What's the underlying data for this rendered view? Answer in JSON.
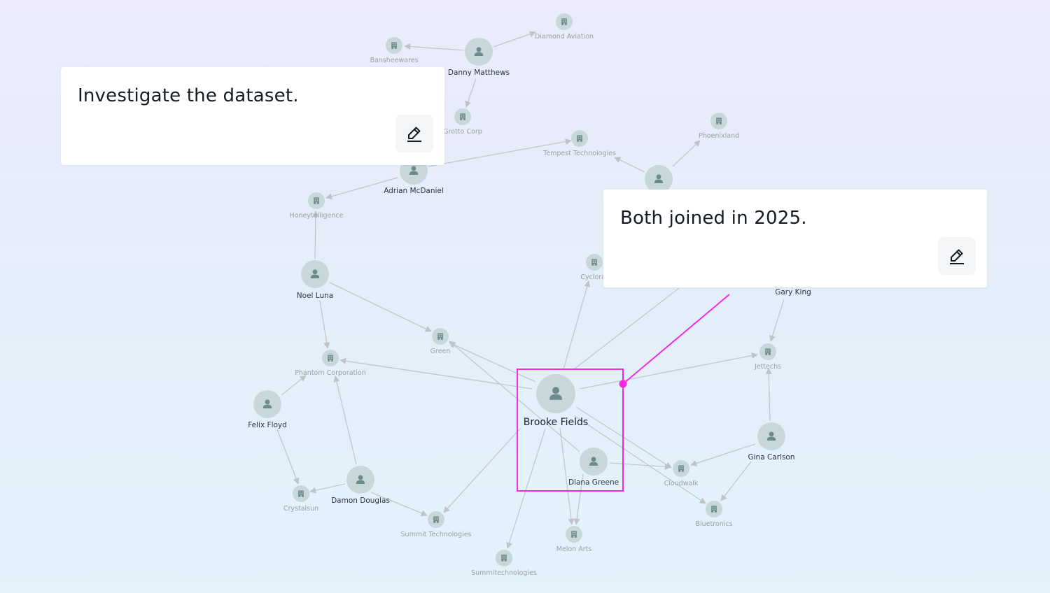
{
  "nodes": {
    "brooke_fields": {
      "label": "Brooke Fields",
      "kind": "person"
    },
    "diana_greene": {
      "label": "Diana Greene",
      "kind": "person"
    },
    "danny_matthews": {
      "label": "Danny Matthews",
      "kind": "person"
    },
    "adrian_mcdaniel": {
      "label": "Adrian McDaniel",
      "kind": "person"
    },
    "noel_luna": {
      "label": "Noel Luna",
      "kind": "person"
    },
    "felix_floyd": {
      "label": "Felix Floyd",
      "kind": "person"
    },
    "damon_douglas": {
      "label": "Damon Douglas",
      "kind": "person"
    },
    "gina_carlson": {
      "label": "Gina Carlson",
      "kind": "person"
    },
    "gary_king": {
      "label": "Gary King",
      "kind": "person"
    },
    "unnamed_person": {
      "label": "",
      "kind": "person"
    },
    "diamond_aviation": {
      "label": "Diamond Aviation",
      "kind": "company"
    },
    "bansheewares": {
      "label": "Bansheewares",
      "kind": "company"
    },
    "grotto_corp": {
      "label": "Grotto Corp",
      "kind": "company"
    },
    "tempest_technologies": {
      "label": "Tempest Technologies",
      "kind": "company"
    },
    "phoenixland": {
      "label": "Phoenixland",
      "kind": "company"
    },
    "honeytelligence": {
      "label": "Honeytelligence",
      "kind": "company"
    },
    "cycloratix": {
      "label": "Cyclorat",
      "kind": "company"
    },
    "green": {
      "label": "Green",
      "kind": "company"
    },
    "phantom_corporation": {
      "label": "Phantom Corporation",
      "kind": "company"
    },
    "jettechs": {
      "label": "Jettechs",
      "kind": "company"
    },
    "crystalsun": {
      "label": "Crystalsun",
      "kind": "company"
    },
    "cloudwalk": {
      "label": "Cloudwalk",
      "kind": "company"
    },
    "bluetronics": {
      "label": "Bluetronics",
      "kind": "company"
    },
    "summit_technologies": {
      "label": "Summit Technologies",
      "kind": "company"
    },
    "melon_arts": {
      "label": "Melon Arts",
      "kind": "company"
    },
    "summitechnologies": {
      "label": "Summitechnologies",
      "kind": "company"
    }
  },
  "notes": [
    {
      "text": "Investigate the dataset.",
      "edit_icon": "pencil-icon"
    },
    {
      "text": "Both joined in 2025.",
      "edit_icon": "pencil-icon"
    }
  ],
  "colors": {
    "highlight": "#ef2ce0",
    "node_fill": "#c7d7da",
    "node_icon": "#6d8b8e",
    "edge": "#c3c6cb"
  }
}
